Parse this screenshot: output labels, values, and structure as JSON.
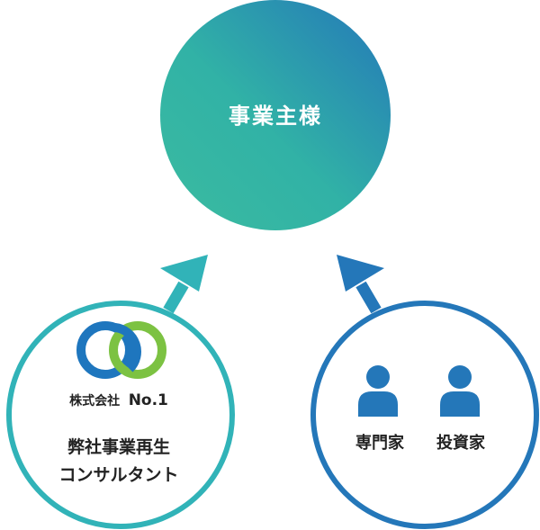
{
  "top_node": {
    "label": "事業主様",
    "gradient_start": "#3bbba0",
    "gradient_end": "#2477b9"
  },
  "left_node": {
    "logo_company": "株式会社",
    "logo_suffix": "No.1",
    "line1": "弊社事業再生",
    "line2": "コンサルタント",
    "ring_color": "#31b3b8",
    "arrow_color": "#31b3b8",
    "logo_blue": "#1e76be",
    "logo_green": "#7cc242"
  },
  "right_node": {
    "label_1": "専門家",
    "label_2": "投資家",
    "ring_color": "#2477b9",
    "arrow_color": "#2477b9",
    "person_color": "#2477b9"
  },
  "text_color": "#222222"
}
